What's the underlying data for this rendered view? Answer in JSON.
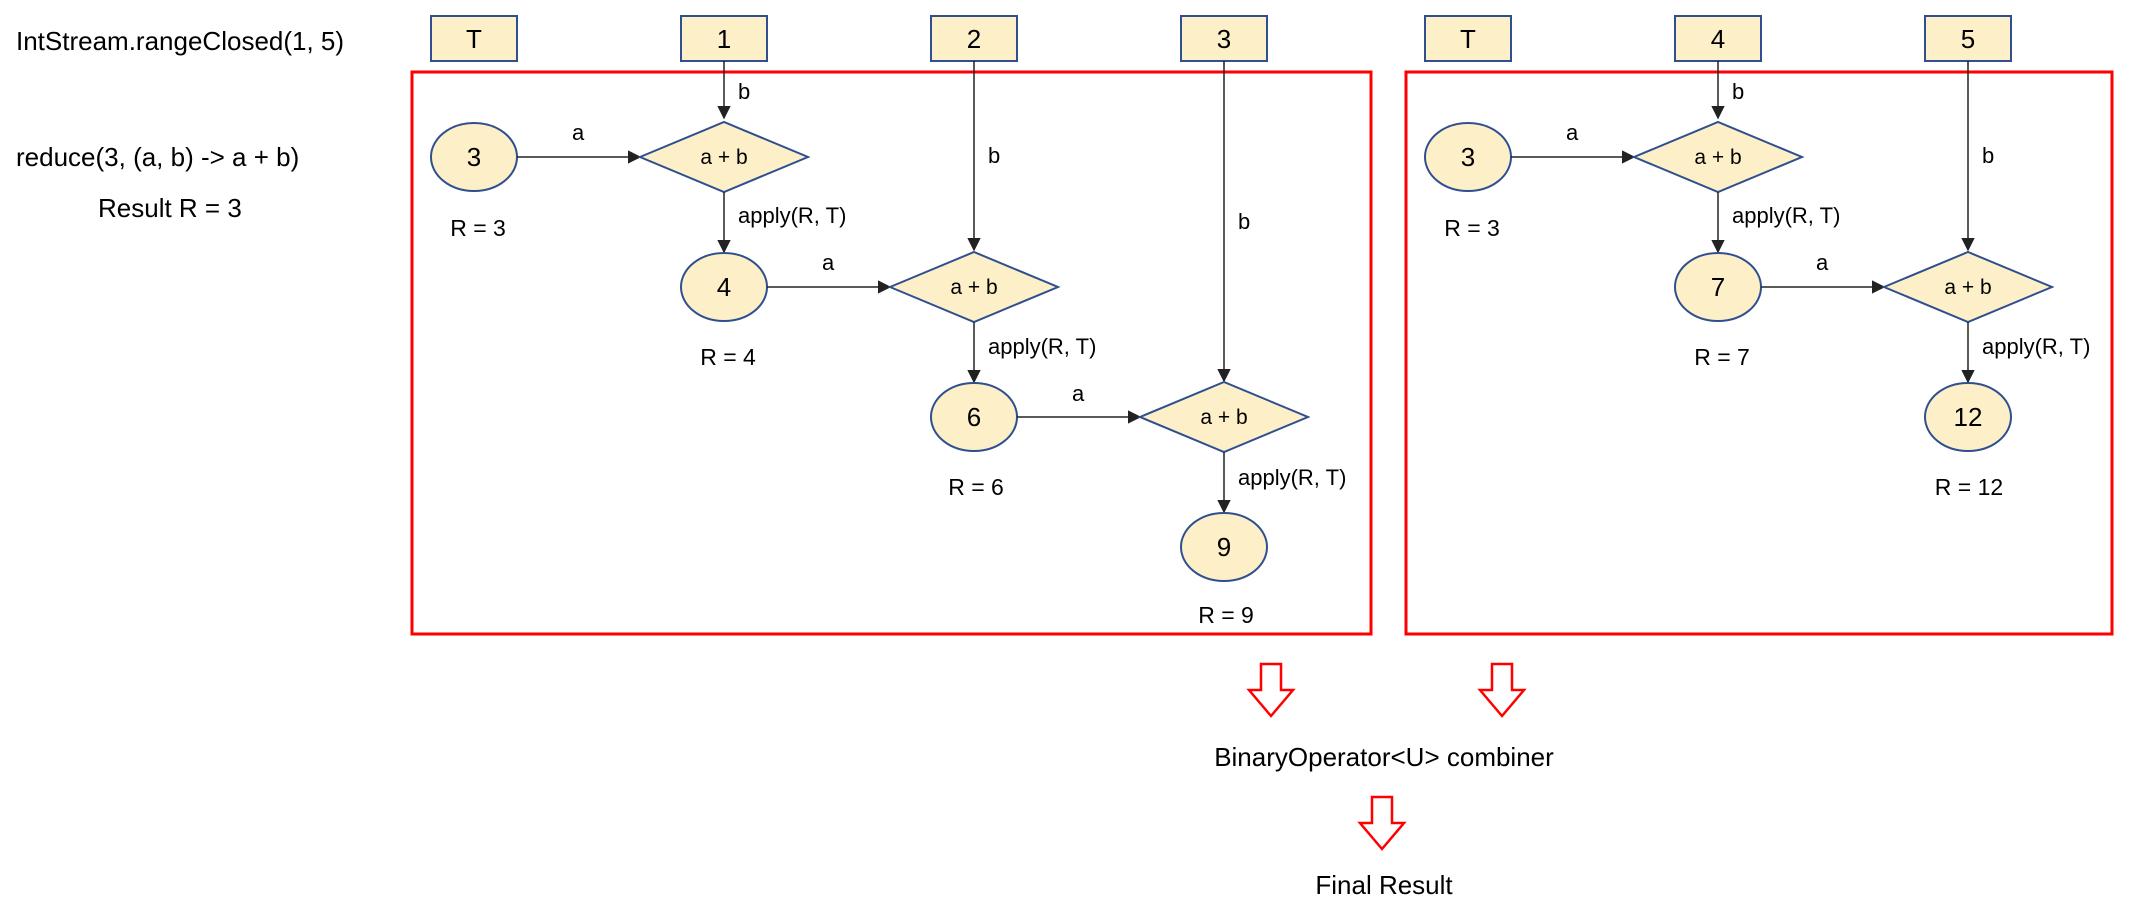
{
  "header": {
    "stream": "IntStream.rangeClosed(1, 5)",
    "reduce": "reduce(3, (a, b) -> a + b)",
    "result": "Result R = 3"
  },
  "colors": {
    "node_fill": "#fdf0c8",
    "node_stroke": "#2f4f8f",
    "frame_stroke": "#ff0000",
    "edge": "#222222"
  },
  "partition_left": {
    "tokens": [
      "T",
      "1",
      "2",
      "3"
    ],
    "identity": "3",
    "identity_result": "R = 3",
    "diamond_label": "a + b",
    "edge_a": "a",
    "edge_b": "b",
    "edge_apply": "apply(R, T)",
    "steps": [
      {
        "value": "4",
        "result": "R = 4"
      },
      {
        "value": "6",
        "result": "R = 6"
      },
      {
        "value": "9",
        "result": "R = 9"
      }
    ]
  },
  "partition_right": {
    "tokens": [
      "T",
      "4",
      "5"
    ],
    "identity": "3",
    "identity_result": "R = 3",
    "diamond_label": "a + b",
    "edge_a": "a",
    "edge_b": "b",
    "edge_apply": "apply(R, T)",
    "steps": [
      {
        "value": "7",
        "result": "R = 7"
      },
      {
        "value": "12",
        "result": "R = 12"
      }
    ]
  },
  "combiner": "BinaryOperator<U> combiner",
  "final": "Final Result"
}
